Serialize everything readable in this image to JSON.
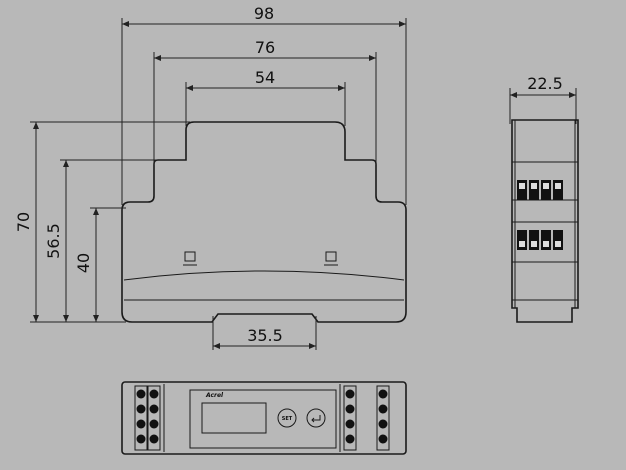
{
  "drawing": {
    "dimensions": {
      "overall_width": "98",
      "middle_width": "76",
      "top_width": "54",
      "side_depth": "22.5",
      "overall_height": "70",
      "middle_height": "56.5",
      "lower_height": "40",
      "rail_width": "35.5"
    },
    "panel": {
      "brand": "Acrel",
      "set_button": "SET"
    },
    "colors": {
      "background": "#b8b8b8",
      "lines": "#1a1a1a"
    }
  }
}
